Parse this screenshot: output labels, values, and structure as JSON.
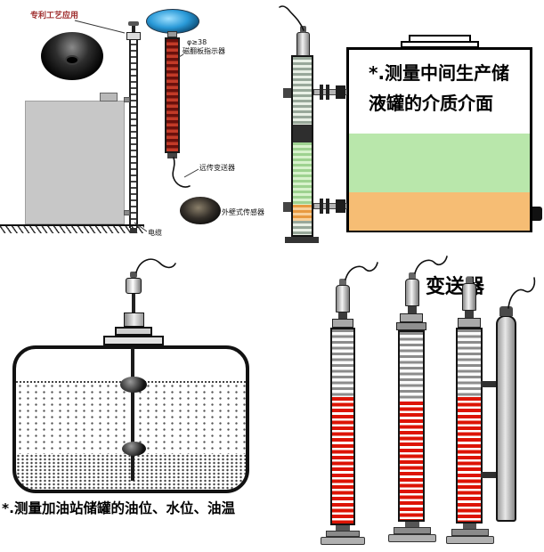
{
  "top_left": {
    "corner_label": "专利工艺应用",
    "spec_label": "φ≥38",
    "indicator_label": "磁翻板指示器",
    "remote_transmitter_label": "远传变送器",
    "wall_sensor_label": "外壁式传感器",
    "cable_label": "电缆"
  },
  "top_right": {
    "caption_line1": "*.测量中间生产储",
    "caption_line2": "液罐的介质介面"
  },
  "bottom_left": {
    "caption": "*.测量加油站储罐的油位、水位、油温"
  },
  "bottom_right": {
    "transmitter_title": "变送器"
  },
  "colors": {
    "tank_gray": "#c7c7c7",
    "layer_green": "#b9e7ab",
    "layer_orange": "#f6bd74",
    "stripe_red": "#dd1405",
    "indicator_dark_red": "#6b100c",
    "photo_blue": "#2a9ad8"
  }
}
